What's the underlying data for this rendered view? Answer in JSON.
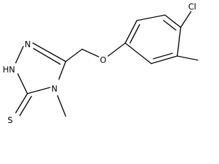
{
  "molecule": {
    "atoms": {
      "n_top": "N",
      "hn": "HN",
      "n_methyl": "N",
      "sulfur": "S",
      "oxygen": "O",
      "chlorine": "Cl"
    }
  }
}
